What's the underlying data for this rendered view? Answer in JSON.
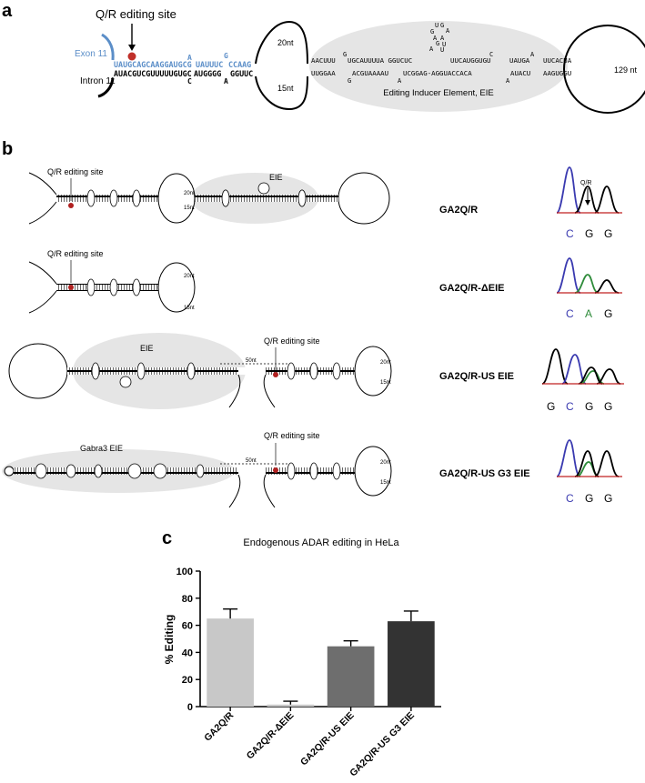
{
  "panel_a": {
    "letter": "a",
    "qr_site": "Q/R editing site",
    "exon": "Exon 11",
    "intron": "Intron 11",
    "top_blue_1": "UAUGCAGCAAGGAUGCG",
    "top_blue_2": "UAUUUC",
    "top_blue_3": "CCAAG",
    "bulge_blue_a": "A",
    "bulge_blue_g": "G",
    "bottom_1": "AUACGUCGUUUUUGUGC",
    "bottom_2": "AUGGGG",
    "bottom_3": "GGUUC",
    "bulge_c": "C",
    "bulge_a": "A",
    "loop_top": "20nt",
    "loop_bottom": "15nt",
    "eie_top": "AACUUU",
    "eie_top_2": "UGCAUUUUA GGUCUC",
    "eie_top_3": "UUCAUGGUGU",
    "eie_top_4": "UAUGA",
    "eie_top_5": "UUCACUA",
    "eie_bottom": "UUGGAA",
    "eie_bottom_2": "ACGUAAAAU",
    "eie_bottom_3": "UCGGAG-AGGUACCACA",
    "eie_bottom_4": "AUACU",
    "eie_bottom_5": "AAGUGGU",
    "bulges_top": [
      "G",
      "C",
      "A"
    ],
    "bulges_bottom": [
      "G",
      "A",
      "A"
    ],
    "hairpin": [
      "G",
      "U",
      "G",
      "A",
      "A",
      "A",
      "G",
      "A",
      "U",
      "U"
    ],
    "eie_label": "Editing Inducer Element, EIE",
    "end_loop": "129 nt"
  },
  "panel_b": {
    "letter": "b",
    "constructs": [
      {
        "name": "GA2Q/R",
        "site": "Q/R editing site",
        "eie": "EIE",
        "loop_top": "20nt",
        "loop_bottom": "15nt",
        "trace": [
          "C",
          "G",
          "G"
        ],
        "qr": "Q/R"
      },
      {
        "name": "GA2Q/R-ΔEIE",
        "site": "Q/R editing site",
        "loop_top": "20nt",
        "loop_bottom": "15nt",
        "trace": [
          "C",
          "A",
          "G"
        ]
      },
      {
        "name": "GA2Q/R-US EIE",
        "site": "Q/R editing site",
        "eie": "EIE",
        "spacer": "50nt",
        "loop_top": "20nt",
        "loop_bottom": "15nt",
        "trace": [
          "G",
          "C",
          "G",
          "G"
        ]
      },
      {
        "name": "GA2Q/R-US G3 EIE",
        "site": "Q/R editing site",
        "eie": "Gabra3 EIE",
        "spacer": "50nt",
        "loop_top": "20nt",
        "loop_bottom": "15nt",
        "trace": [
          "C",
          "G",
          "G"
        ]
      }
    ]
  },
  "panel_c": {
    "letter": "c"
  },
  "chart_data": {
    "type": "bar",
    "title": "Endogenous ADAR editing in HeLa",
    "ylabel": "% Editing",
    "xlabel": "",
    "ylim": [
      0,
      100
    ],
    "yticks": [
      0,
      20,
      40,
      60,
      80,
      100
    ],
    "categories": [
      "GA2Q/R",
      "GA2Q/R-ΔEIE",
      "GA2Q/R-US EIE",
      "GA2Q/R-US G3 EIE"
    ],
    "values": [
      65,
      1.5,
      44.5,
      63
    ],
    "errors": [
      7,
      2.5,
      4,
      7.5
    ],
    "colors": [
      "#c8c8c8",
      "#c8c8c8",
      "#6e6e6e",
      "#333333"
    ]
  }
}
